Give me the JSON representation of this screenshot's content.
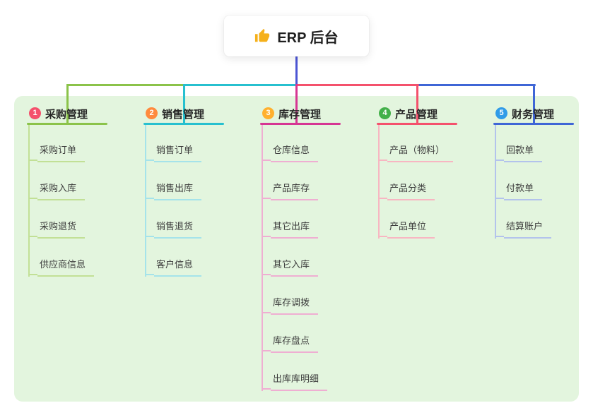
{
  "root": {
    "label": "ERP 后台",
    "icon": "thumbs-up-icon",
    "icon_color": "#f5b01a",
    "line_color": "#4c55d4"
  },
  "canvas": {
    "bg": "#e3f5de"
  },
  "branches": [
    {
      "num": "1",
      "label": "采购管理",
      "badge": "#f4516c",
      "color": "#8bc34a",
      "light": "#c2e096",
      "children": [
        "采购订单",
        "采购入库",
        "采购退货",
        "供应商信息"
      ]
    },
    {
      "num": "2",
      "label": "销售管理",
      "badge": "#ff8a3d",
      "color": "#27c0cf",
      "light": "#a5e3ea",
      "children": [
        "销售订单",
        "销售出库",
        "销售退货",
        "客户信息"
      ]
    },
    {
      "num": "3",
      "label": "库存管理",
      "badge": "#ffb02e",
      "color": "#d63693",
      "light": "#efaed2",
      "children": [
        "仓库信息",
        "产品库存",
        "其它出库",
        "其它入库",
        "库存调拨",
        "库存盘点",
        "出库库明细"
      ]
    },
    {
      "num": "4",
      "label": "产品管理",
      "badge": "#43b04a",
      "color": "#f4516c",
      "light": "#f8b6c2",
      "children": [
        "产品（物料）",
        "产品分类",
        "产品单位"
      ]
    },
    {
      "num": "5",
      "label": "财务管理",
      "badge": "#309be8",
      "color": "#3f66d6",
      "light": "#b3c3ec",
      "children": [
        "回款单",
        "付款单",
        "结算账户"
      ]
    }
  ]
}
